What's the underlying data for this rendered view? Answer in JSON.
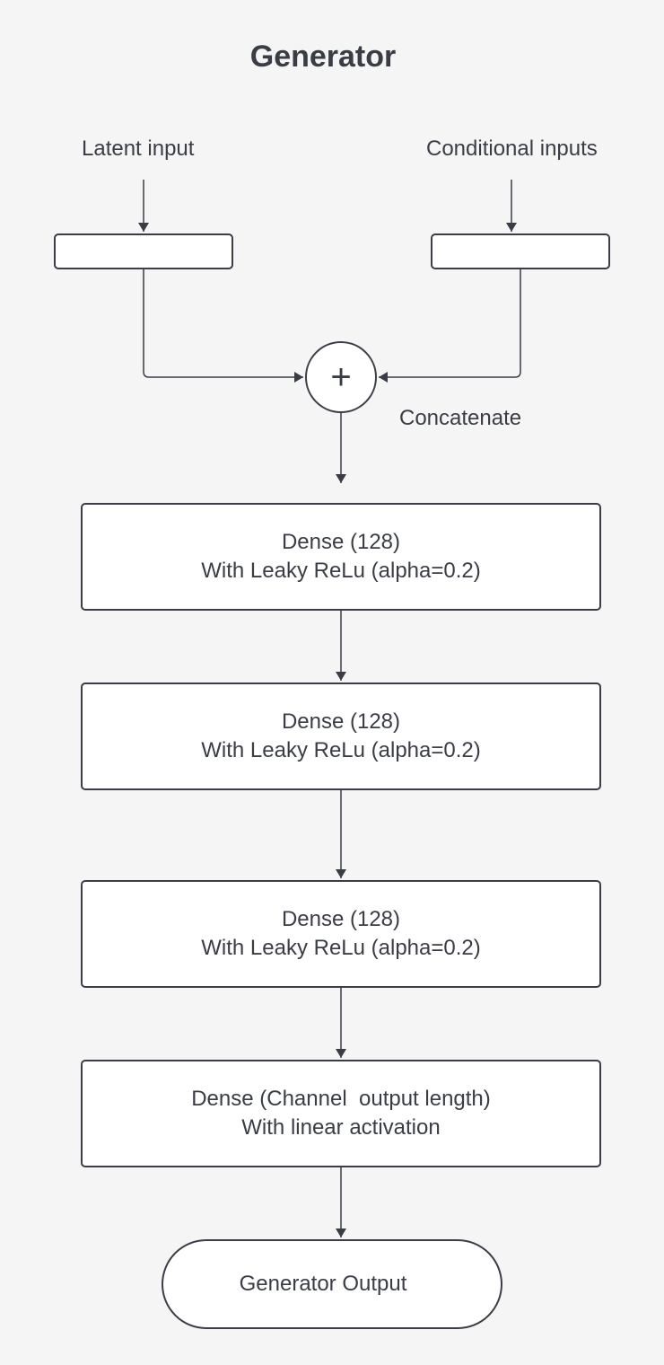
{
  "title": "Generator",
  "inputs": {
    "latent": "Latent input",
    "conditional": "Conditional inputs"
  },
  "concatenate": {
    "symbol": "+",
    "label": "Concatenate"
  },
  "layers": [
    {
      "line1": "Dense (128)",
      "line2": "With Leaky ReLu (alpha=0.2)"
    },
    {
      "line1": "Dense (128)",
      "line2": "With Leaky ReLu (alpha=0.2)"
    },
    {
      "line1": "Dense (128)",
      "line2": "With Leaky ReLu (alpha=0.2)"
    },
    {
      "line1": "Dense (Channel  output length)",
      "line2": "With linear activation"
    }
  ],
  "output": "Generator Output",
  "colors": {
    "background": "#f5f5f5",
    "stroke": "#3a3d46",
    "node_fill": "#ffffff"
  }
}
